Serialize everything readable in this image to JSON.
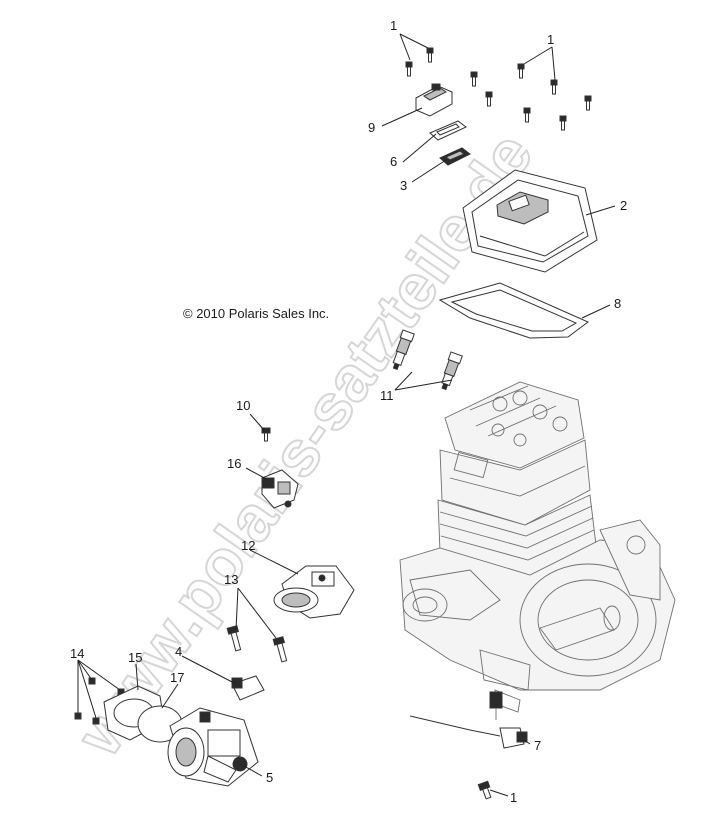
{
  "copyright": "© 2010 Polaris Sales Inc.",
  "watermark": "www.polaris-satzteile.de",
  "callouts": [
    {
      "id": "c1a",
      "number": "1"
    },
    {
      "id": "c1b",
      "number": "1"
    },
    {
      "id": "c1c",
      "number": "1"
    },
    {
      "id": "c2",
      "number": "2"
    },
    {
      "id": "c3",
      "number": "3"
    },
    {
      "id": "c4",
      "number": "4"
    },
    {
      "id": "c5",
      "number": "5"
    },
    {
      "id": "c6",
      "number": "6"
    },
    {
      "id": "c7",
      "number": "7"
    },
    {
      "id": "c8",
      "number": "8"
    },
    {
      "id": "c9",
      "number": "9"
    },
    {
      "id": "c10",
      "number": "10"
    },
    {
      "id": "c11",
      "number": "11"
    },
    {
      "id": "c12",
      "number": "12"
    },
    {
      "id": "c13",
      "number": "13"
    },
    {
      "id": "c14",
      "number": "14"
    },
    {
      "id": "c15",
      "number": "15"
    },
    {
      "id": "c16",
      "number": "16"
    },
    {
      "id": "c17",
      "number": "17"
    }
  ]
}
